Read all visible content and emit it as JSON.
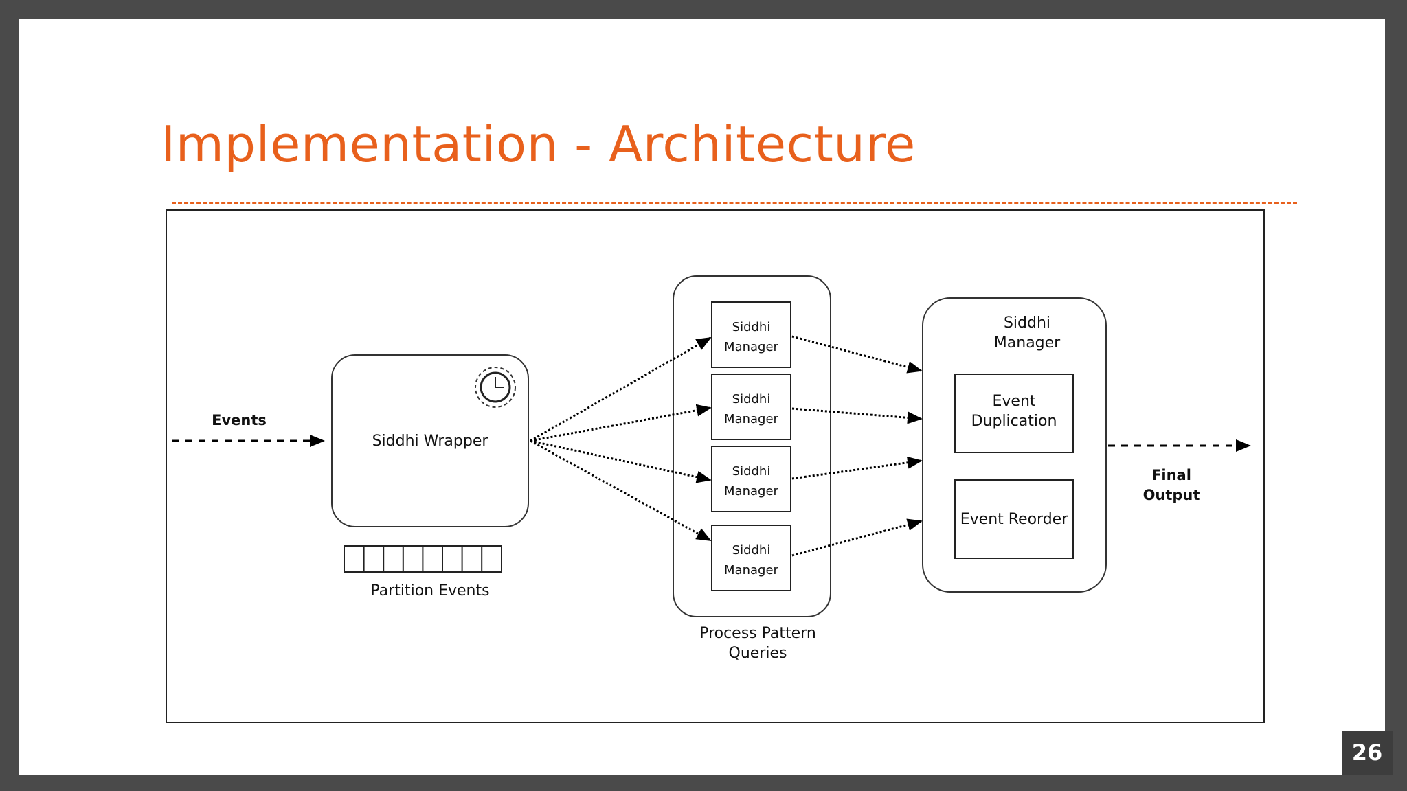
{
  "slide": {
    "title": "Implementation - Architecture",
    "page_number": "26",
    "accent_color": "#e8601c"
  },
  "diagram": {
    "input_label": "Events",
    "wrapper": {
      "label": "Siddhi Wrapper",
      "icon": "clock-icon"
    },
    "queue_label": "Partition Events",
    "managers": [
      {
        "line1": "Siddhi",
        "line2": "Manager"
      },
      {
        "line1": "Siddhi",
        "line2": "Manager"
      },
      {
        "line1": "Siddhi",
        "line2": "Manager"
      },
      {
        "line1": "Siddhi",
        "line2": "Manager"
      }
    ],
    "group_label_line1": "Process Pattern",
    "group_label_line2": "Queries",
    "final_manager": {
      "line1": "Siddhi",
      "line2": "Manager",
      "dup_line1": "Event",
      "dup_line2": "Duplication",
      "reorder": "Event Reorder"
    },
    "output_line1": "Final",
    "output_line2": "Output"
  }
}
